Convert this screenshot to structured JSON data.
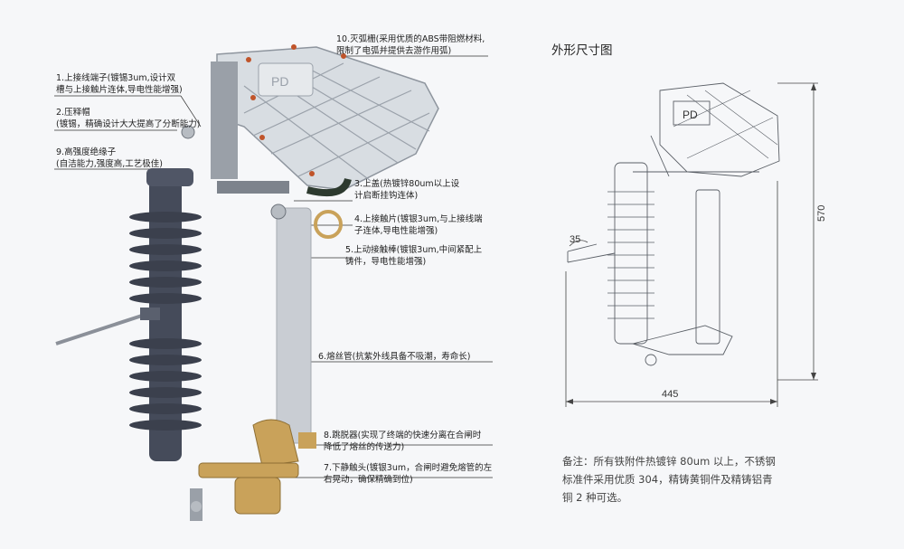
{
  "labels": {
    "l1a": "1.上接线端子(镀锡3um,设计双",
    "l1b": "槽与上接触片连体,导电性能增强)",
    "l2a": "2.压释帽",
    "l2b": "(镀锡，精确设计大大提高了分断能力)",
    "l9a": "9.高强度绝缘子",
    "l9b": "(自洁能力,强度高,工艺极佳)",
    "l10a": "10.灭弧栅(采用优质的ABS带阻燃材料,",
    "l10b": "限制了电弧并提供去游作用弧)",
    "l3a": "3.上盖(热镀锌80um以上设",
    "l3b": "计启断挂钩连体)",
    "l4a": "4.上接触片(镀银3um,与上接线端",
    "l4b": "子连体,导电性能增强)",
    "l5a": "5.上动接触棒(镀银3um,中间紧配上",
    "l5b": "铸件，导电性能增强)",
    "l6": "6.熔丝管(抗紫外线具备不吸潮，寿命长)",
    "l8a": "8.跳脱器(实现了终端的快速分离在合闸时",
    "l8b": "降低了熔丝的传送力)",
    "l7a": "7.下静触头(镀银3um，合闸时避免熔管的左",
    "l7b": "右晃动，确保精确到位)"
  },
  "drawing": {
    "title": "外形尺寸图",
    "dim_height": "570",
    "dim_width": "445",
    "dim_angle": "35",
    "plate_text": "PD"
  },
  "note": {
    "line1": "备注：所有铁附件热镀锌 80um 以上，不锈钢",
    "line2": "标准件采用优质 304，精铸黄铜件及精铸铝青",
    "line3": "铜 2 种可选。"
  },
  "colors": {
    "insulator": "#454b5a",
    "tube": "#c9cdd3",
    "brass": "#c9a25a",
    "chute": "#d8dde2"
  }
}
